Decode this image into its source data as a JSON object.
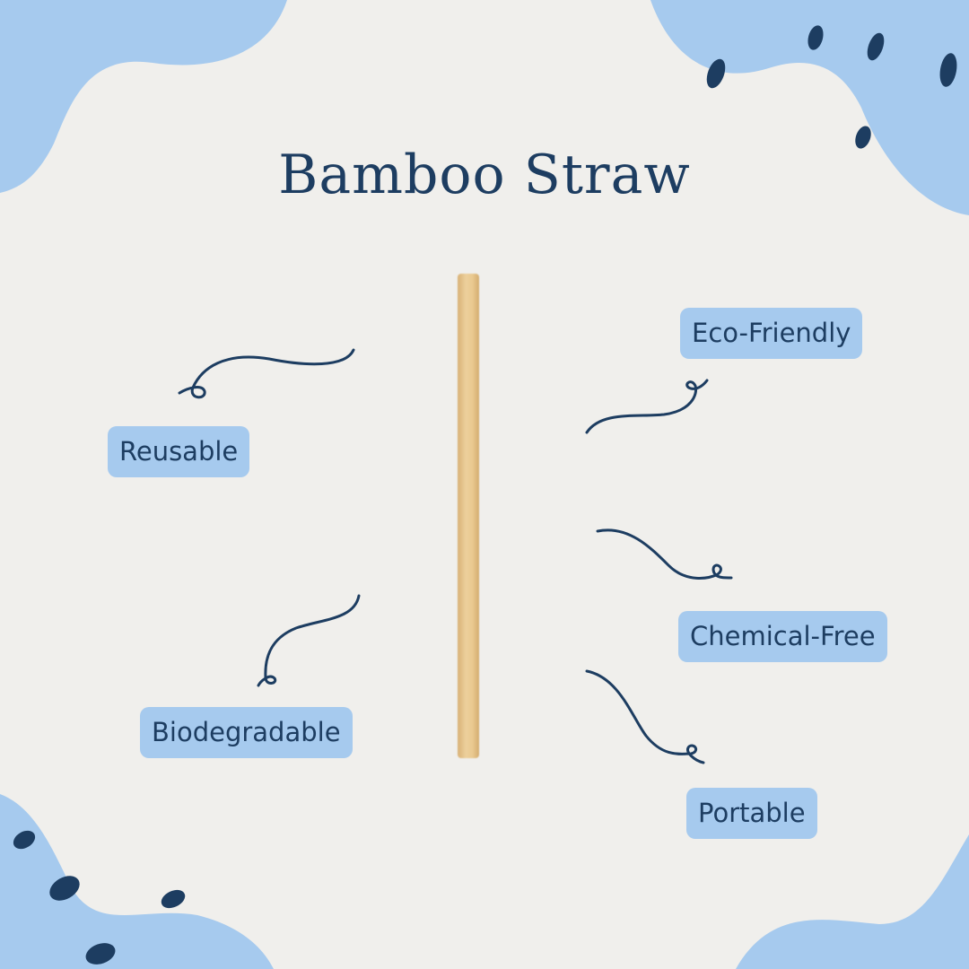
{
  "title": "Bamboo Straw",
  "labels": {
    "reusable": "Reusable",
    "biodegradable": "Biodegradable",
    "eco_friendly": "Eco-Friendly",
    "chemical_free": "Chemical-Free",
    "portable": "Portable"
  },
  "colors": {
    "background": "#f0efec",
    "blob": "#a6caee",
    "navy": "#1d3d61",
    "straw": "#e8c88f"
  }
}
